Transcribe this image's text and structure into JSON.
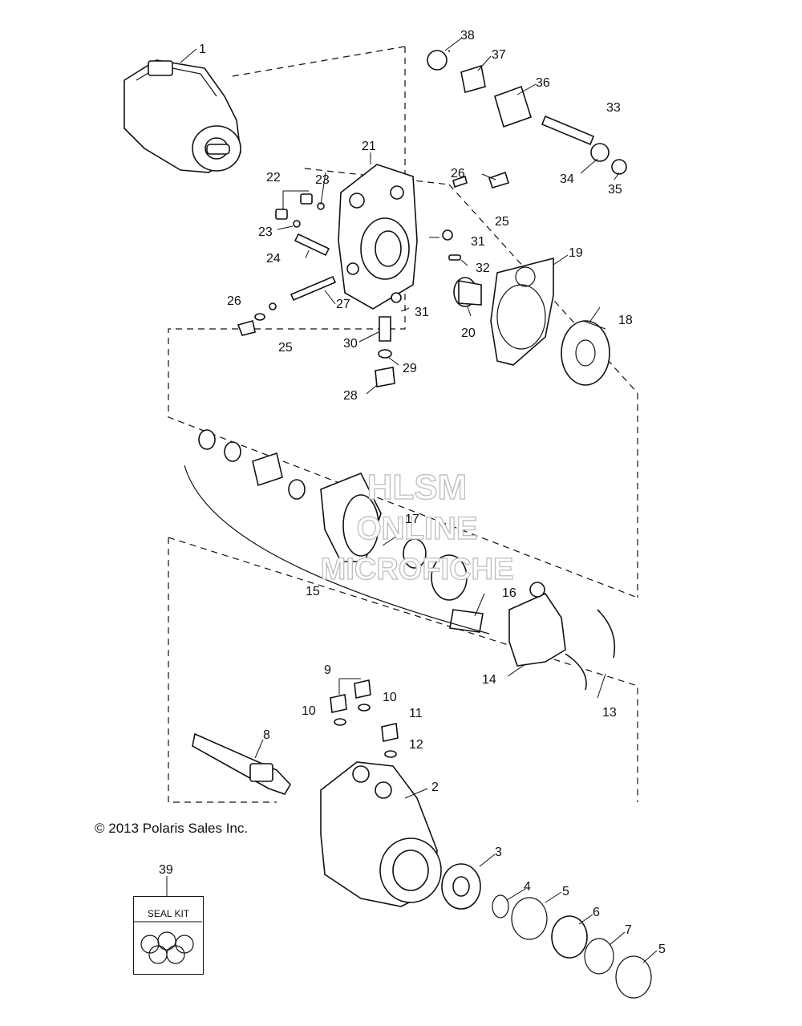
{
  "copyright": "© 2013 Polaris Sales Inc.",
  "watermark": {
    "line1": "HLSM",
    "line2": "ONLINE",
    "line3": "MICROFICHE"
  },
  "seal_kit": {
    "label": "SEAL KIT",
    "callout": "39"
  },
  "callouts": [
    "1",
    "2",
    "3",
    "4",
    "5",
    "5",
    "6",
    "7",
    "8",
    "9",
    "10",
    "10",
    "11",
    "12",
    "13",
    "14",
    "15",
    "16",
    "17",
    "18",
    "19",
    "20",
    "21",
    "22",
    "23",
    "23",
    "24",
    "25",
    "25",
    "26",
    "26",
    "27",
    "28",
    "29",
    "30",
    "31",
    "31",
    "32",
    "33",
    "34",
    "35",
    "36",
    "37",
    "38"
  ]
}
